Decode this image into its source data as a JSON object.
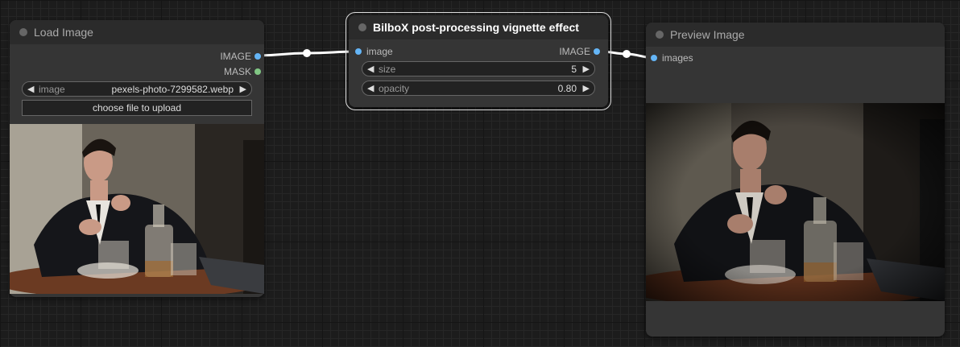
{
  "nodes": {
    "load_image": {
      "title": "Load Image",
      "outputs": [
        "IMAGE",
        "MASK"
      ],
      "image_widget": {
        "label": "image",
        "value": "pexels-photo-7299582.webp"
      },
      "upload_label": "choose file to upload"
    },
    "vignette": {
      "title": "BilboX post-processing vignette effect",
      "input": "image",
      "output": "IMAGE",
      "size": {
        "label": "size",
        "value": "5"
      },
      "opacity": {
        "label": "opacity",
        "value": "0.80"
      }
    },
    "preview": {
      "title": "Preview Image",
      "input": "images"
    }
  },
  "colors": {
    "image_slot": "#64b5f6",
    "mask_slot": "#81c784",
    "link": "#ffffff",
    "node_bg": "#353535",
    "title_bg": "#2b2b2b"
  }
}
